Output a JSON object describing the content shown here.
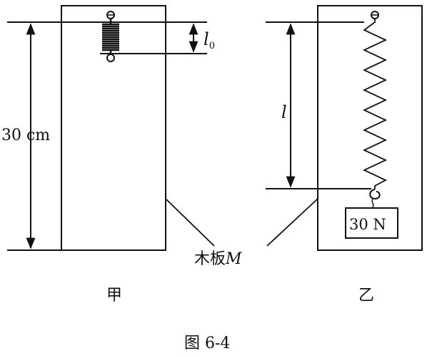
{
  "labels": {
    "length_30cm": "30 cm",
    "l0_symbol": "l",
    "l0_subscript": "0",
    "l_symbol": "l",
    "weight": "30 N",
    "board_prefix": "木板",
    "board_letter": "M",
    "left_caption": "甲",
    "right_caption": "乙",
    "figure_caption": "图 6-4"
  },
  "colors": {
    "ink": "#111111",
    "background": "#ffffff"
  }
}
